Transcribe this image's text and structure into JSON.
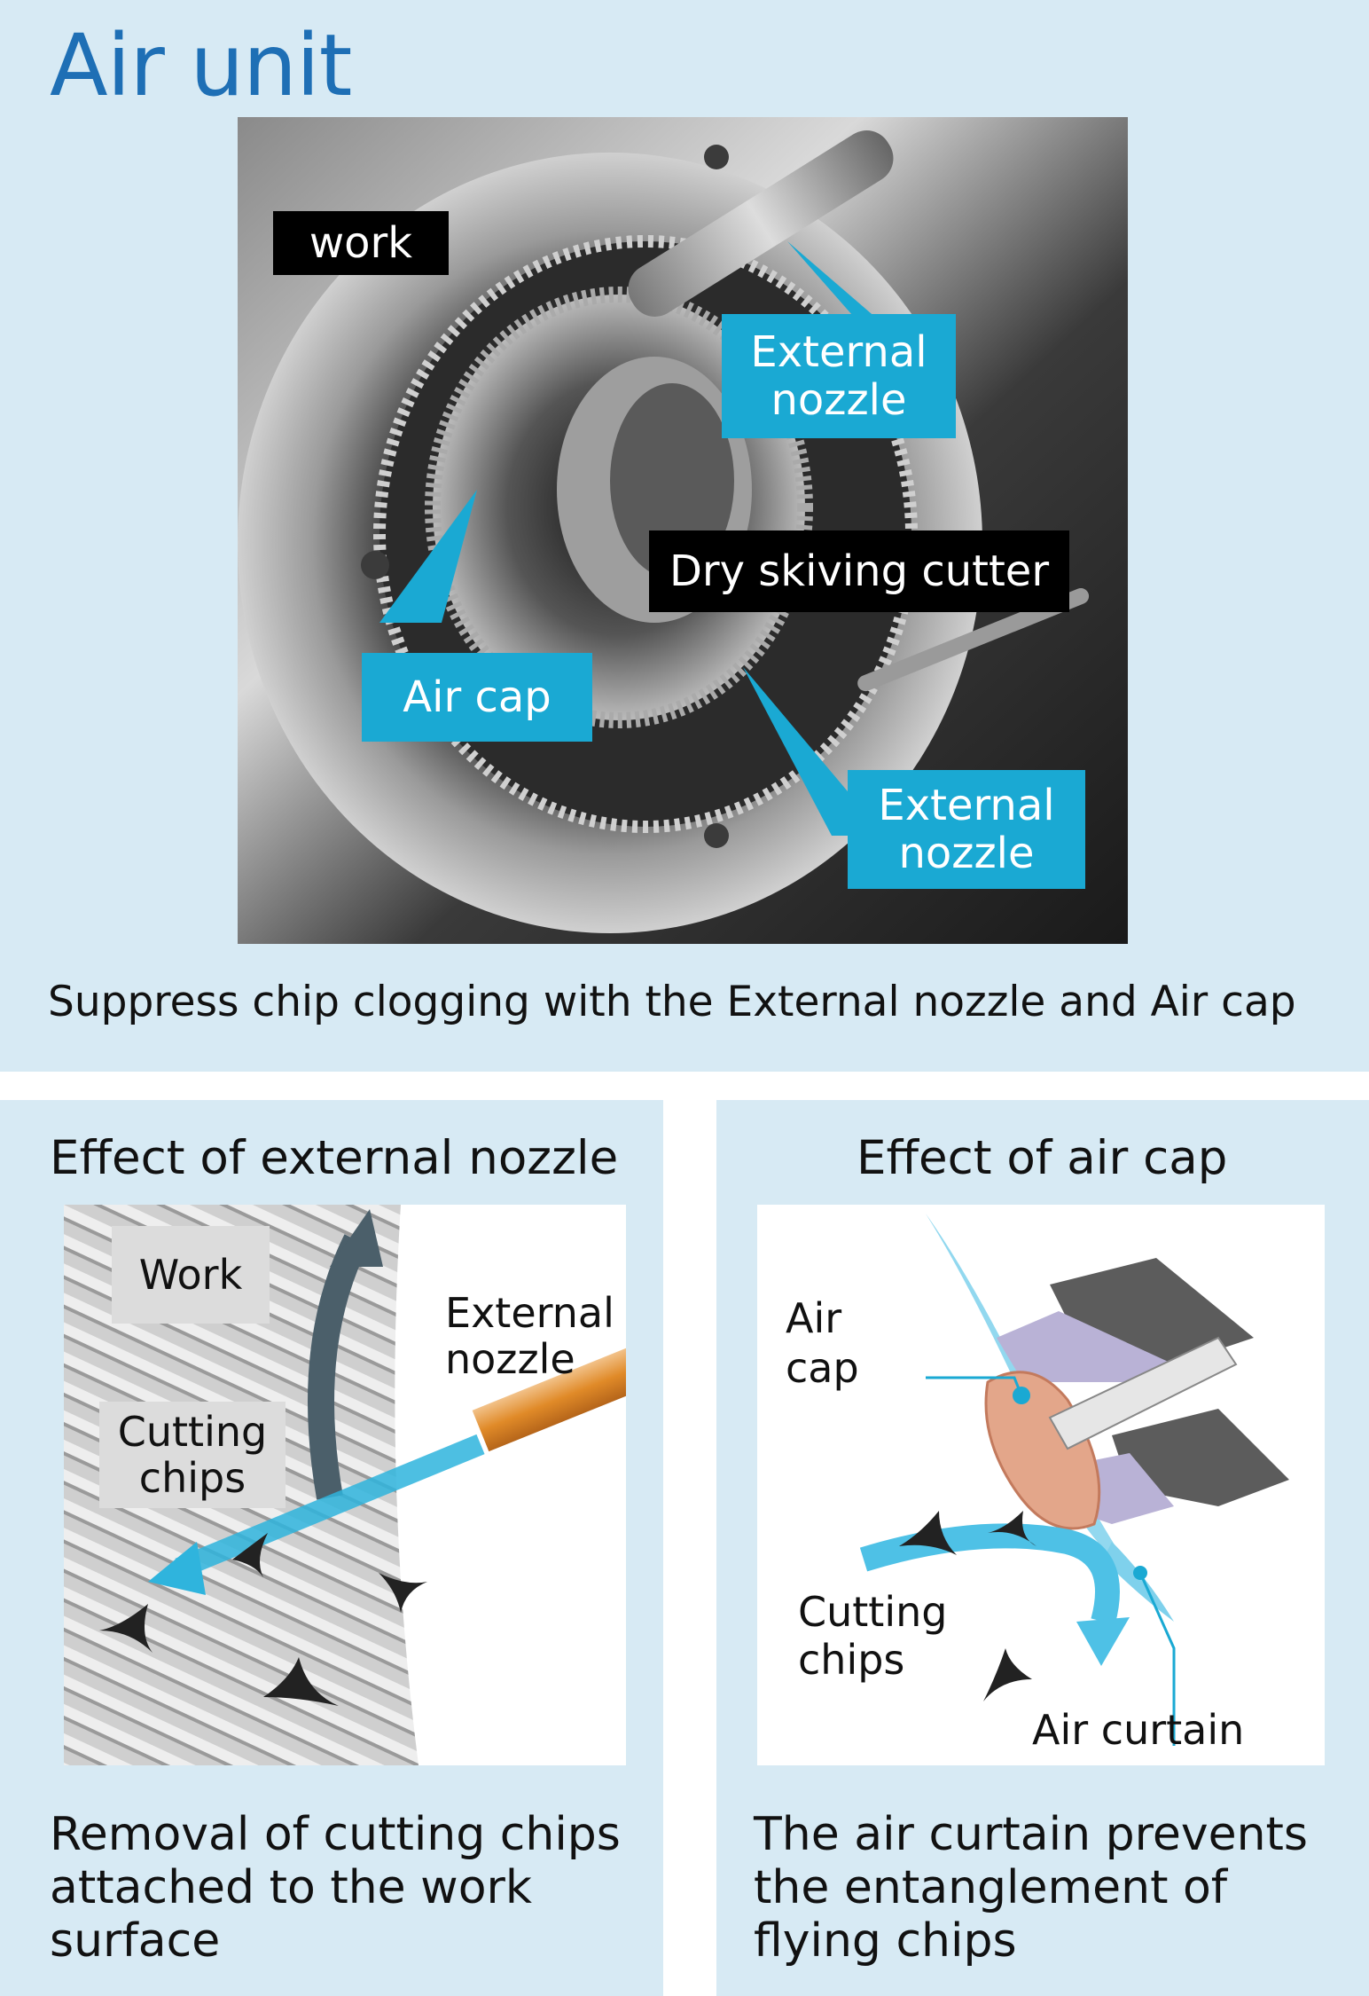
{
  "title": "Air unit",
  "photo_labels": {
    "work": "work",
    "external_nozzle_top": "External nozzle",
    "dry_skiving_cutter": "Dry skiving cutter",
    "air_cap": "Air cap",
    "external_nozzle_bottom": "External nozzle"
  },
  "caption": "Suppress chip clogging with the External nozzle and Air cap",
  "left_panel": {
    "heading": "Effect of external nozzle",
    "labels": {
      "work": "Work",
      "external_nozzle": "External nozzle",
      "cutting_chips": "Cutting chips"
    },
    "description": "Removal of cutting chips attached to the work surface"
  },
  "right_panel": {
    "heading": "Effect of air cap",
    "labels": {
      "air_cap": "Air cap",
      "cutting_chips": "Cutting chips",
      "air_curtain": "Air curtain"
    },
    "description": "The air curtain prevents the entanglement of flying chips"
  },
  "colors": {
    "panel_bg": "#d7eaf4",
    "title_blue": "#1e6fb5",
    "label_cyan": "#1aa9d3",
    "label_black": "#000000"
  }
}
